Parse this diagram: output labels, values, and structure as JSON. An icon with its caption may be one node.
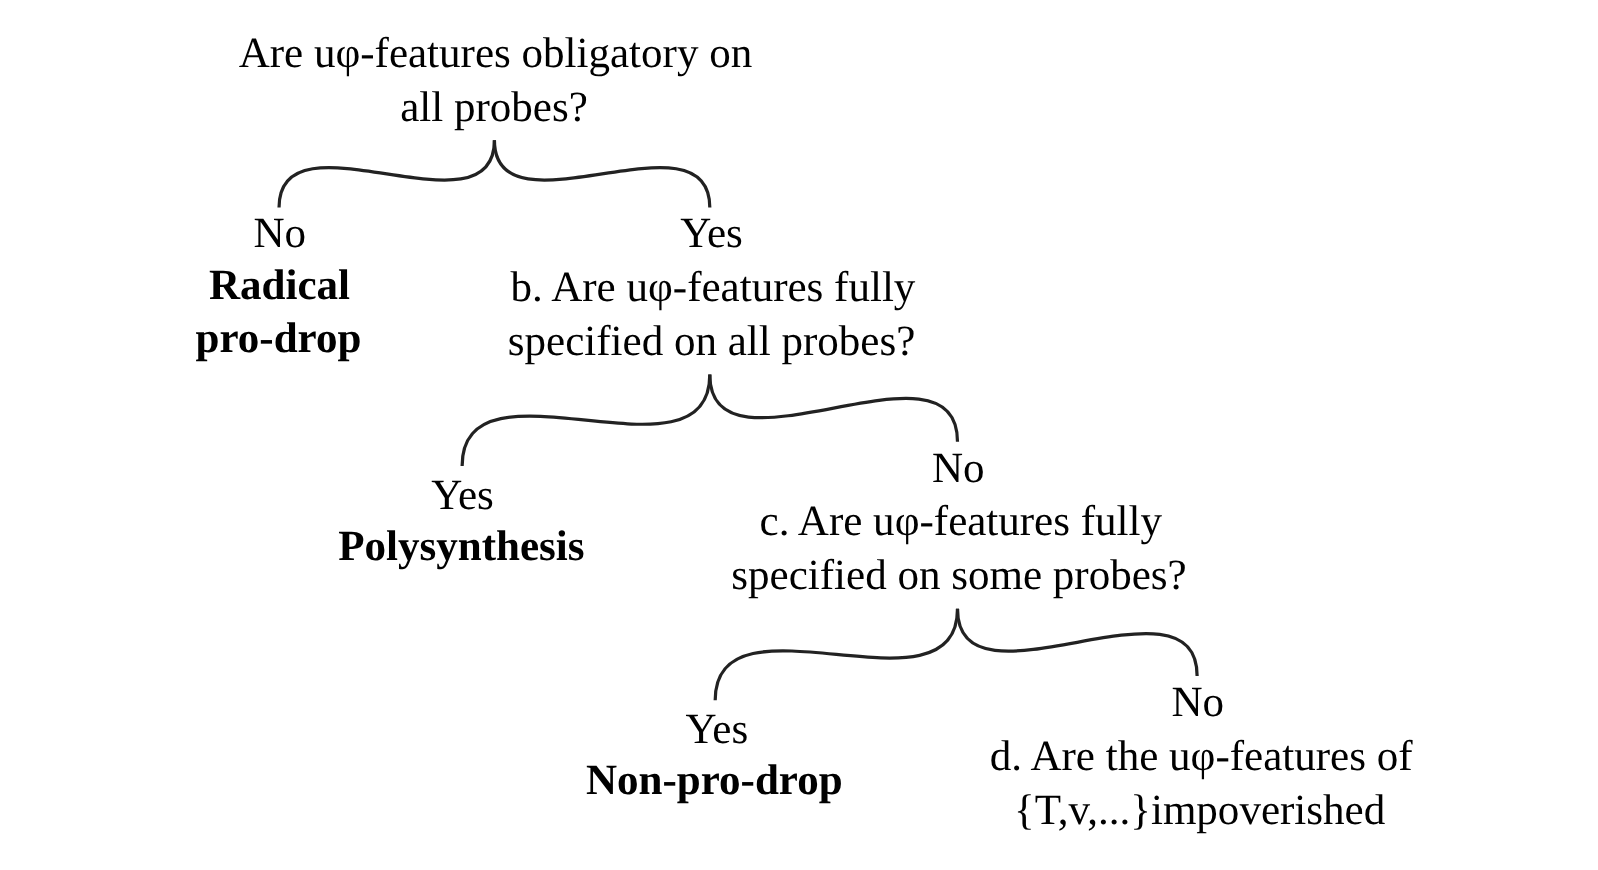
{
  "diagram": {
    "nodes": [
      {
        "text": [
          "Are uφ-features obligatory on all probes?"
        ]
      },
      {
        "text": [
          "No",
          "Radical pro-drop"
        ]
      },
      {
        "text": [
          "Yes",
          "b. Are uφ-features fully specified on all probes?"
        ]
      },
      {
        "text": [
          "Yes",
          "Polysynthesis"
        ]
      },
      {
        "text": [
          "No",
          "c. Are uφ-features fully specified on some probes?"
        ]
      },
      {
        "text": [
          "Yes",
          "Non-pro-drop"
        ]
      },
      {
        "text": [
          "No",
          "d. Are the uφ-features of {T,v,...}impoverished"
        ]
      }
    ],
    "edges": [
      {
        "from": 0,
        "to": 1,
        "arrow": "none"
      },
      {
        "from": 0,
        "to": 2,
        "arrow": "none"
      },
      {
        "from": 2,
        "to": 3,
        "arrow": "none"
      },
      {
        "from": 2,
        "to": 4,
        "arrow": "none"
      },
      {
        "from": 4,
        "to": 5,
        "arrow": "none"
      },
      {
        "from": 4,
        "to": 6,
        "arrow": "none"
      }
    ]
  }
}
